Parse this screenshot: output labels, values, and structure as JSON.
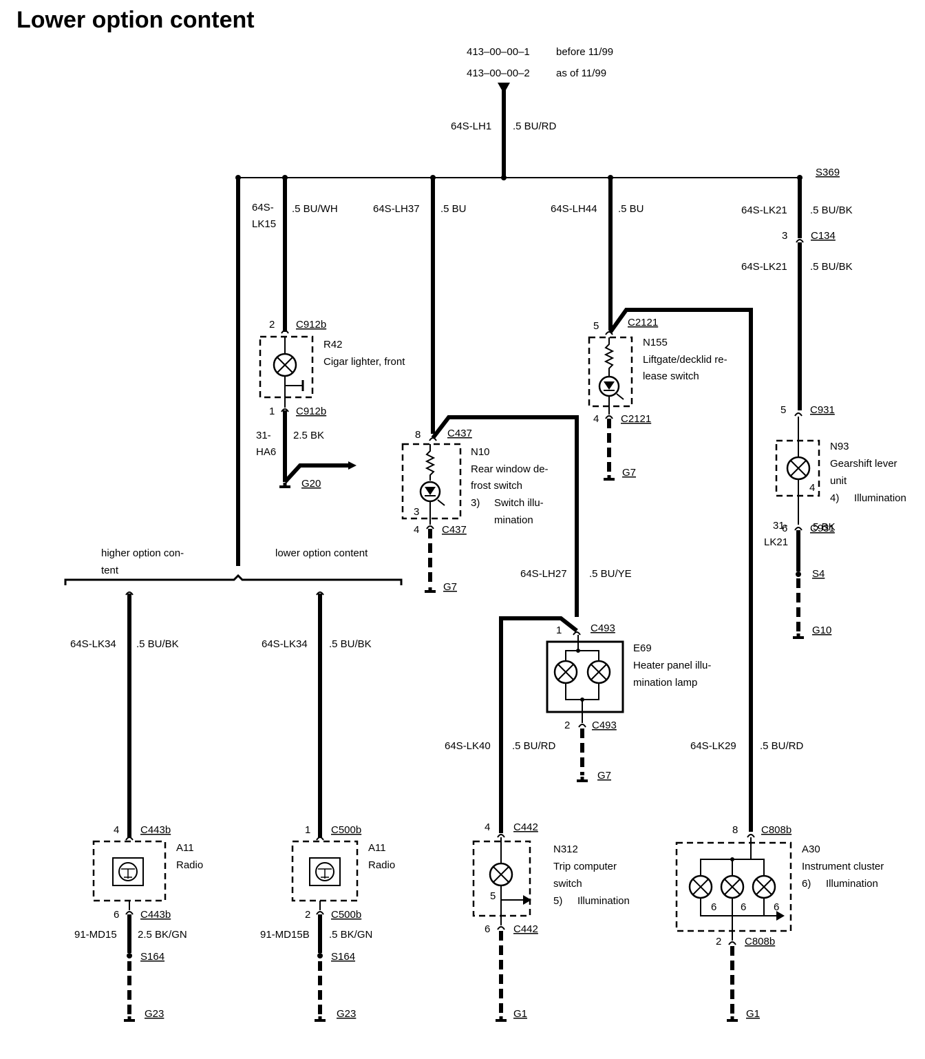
{
  "title": "Lower option content",
  "ref": {
    "row1": {
      "code": "413–00–00–1",
      "note": "before 11/99"
    },
    "row2": {
      "code": "413–00–00–2",
      "note": "as of 11/99"
    }
  },
  "feed": {
    "circuit": "64S-LH1",
    "wire": ".5 BU/RD"
  },
  "splice_top": "S369",
  "branches": {
    "lk15": {
      "circuit_a": "64S-",
      "circuit_b": "LK15",
      "wire": ".5 BU/WH"
    },
    "lh37": {
      "circuit": "64S-LH37",
      "wire": ".5 BU"
    },
    "lh44": {
      "circuit": "64S-LH44",
      "wire": ".5 BU"
    },
    "lk21": {
      "circuit": "64S-LK21",
      "wire": ".5 BU/BK",
      "pin": "3",
      "connector": "C134",
      "circuit2": "64S-LK21",
      "wire2": ".5 BU/BK"
    }
  },
  "r42": {
    "pin_in": "2",
    "conn_in": "C912b",
    "code": "R42",
    "desc": "Cigar lighter, front",
    "pin_out": "1",
    "conn_out": "C912b",
    "gnd_circuit_a": "31-",
    "gnd_circuit_b": "HA6",
    "gnd_wire": "2.5 BK",
    "ground": "G20"
  },
  "n10": {
    "pin_in": "8",
    "conn_in": "C437",
    "code": "N10",
    "desc1": "Rear window de-",
    "desc2": "frost switch",
    "note_num": "3)",
    "note1": "Switch illu-",
    "note2": "mination",
    "inner_pin": "3",
    "pin_out": "4",
    "conn_out": "C437",
    "ground": "G7"
  },
  "n155": {
    "pin_in": "5",
    "conn_in": "C2121",
    "code": "N155",
    "desc1": "Liftgate/decklid re-",
    "desc2": "lease switch",
    "pin_out": "4",
    "conn_out": "C2121",
    "ground": "G7"
  },
  "n93": {
    "pin_in": "5",
    "conn_in": "C931",
    "code": "N93",
    "desc1": "Gearshift lever",
    "desc2": "unit",
    "inner_pin": "4",
    "note_num": "4)",
    "note": "Illumination",
    "pin_out": "6",
    "conn_out": "C931",
    "gnd_circuit_a": "31-",
    "gnd_circuit_b": "LK21",
    "gnd_wire": ".5 BK",
    "splice": "S4",
    "ground": "G10"
  },
  "options": {
    "higher_a": "higher option con-",
    "higher_b": "tent",
    "lower": "lower option content"
  },
  "radio_high": {
    "circuit": "64S-LK34",
    "wire": ".5 BU/BK",
    "pin_in": "4",
    "conn_in": "C443b",
    "code": "A11",
    "desc": "Radio",
    "pin_out": "6",
    "conn_out": "C443b",
    "gnd_circuit": "91-MD15",
    "gnd_wire": "2.5 BK/GN",
    "splice": "S164",
    "ground": "G23"
  },
  "radio_low": {
    "circuit": "64S-LK34",
    "wire": ".5 BU/BK",
    "pin_in": "1",
    "conn_in": "C500b",
    "code": "A11",
    "desc": "Radio",
    "pin_out": "2",
    "conn_out": "C500b",
    "gnd_circuit": "91-MD15B",
    "gnd_wire": ".5 BK/GN",
    "splice": "S164",
    "ground": "G23"
  },
  "lh27": {
    "circuit": "64S-LH27",
    "wire": ".5 BU/YE"
  },
  "e69": {
    "pin_in": "1",
    "conn_in": "C493",
    "code": "E69",
    "desc1": "Heater panel illu-",
    "desc2": "mination lamp",
    "pin_out": "2",
    "conn_out": "C493",
    "ground": "G7"
  },
  "lk40": {
    "circuit": "64S-LK40",
    "wire": ".5 BU/RD"
  },
  "lk29": {
    "circuit": "64S-LK29",
    "wire": ".5 BU/RD"
  },
  "n312": {
    "pin_in": "4",
    "conn_in": "C442",
    "code": "N312",
    "desc1": "Trip computer",
    "desc2": "switch",
    "inner_pin": "5",
    "note_num": "5)",
    "note": "Illumination",
    "pin_out": "6",
    "conn_out": "C442",
    "ground": "G1"
  },
  "a30": {
    "pin_in": "8",
    "conn_in": "C808b",
    "code": "A30",
    "desc": "Instrument cluster",
    "note_num": "6)",
    "note": "Illumination",
    "inner_pin": "6",
    "pin_out": "2",
    "conn_out": "C808b",
    "ground": "G1"
  }
}
